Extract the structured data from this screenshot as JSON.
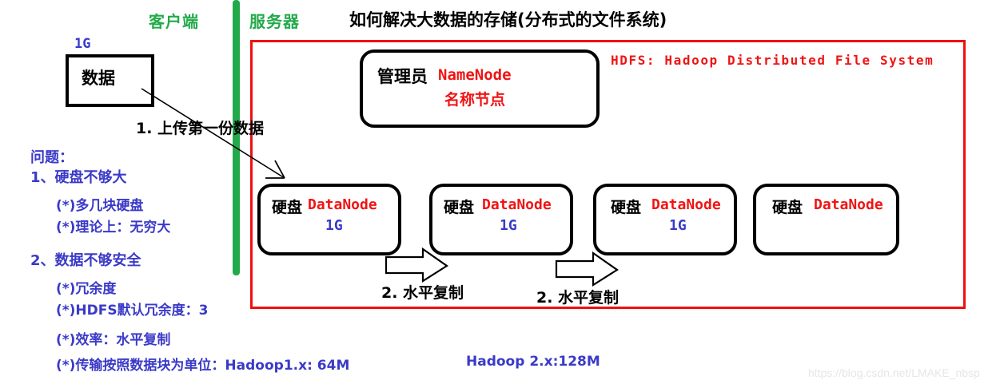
{
  "meta": {
    "title": "如何解决大数据的存储(分布式的文件系统)",
    "watermark": "https://blog.csdn.net/LMAKE_nbsp"
  },
  "colors": {
    "red": "#f01414",
    "blue": "#3a3ac8",
    "green": "#22aa4a",
    "black": "#000000",
    "region_border": "#ee1111",
    "watermark": "#e6e6e6"
  },
  "zones": {
    "client_label": "客户端",
    "server_label": "服务器",
    "hdfs_label": "HDFS: Hadoop Distributed File System"
  },
  "client": {
    "capacity_label": "1G",
    "data_box_label": "数据",
    "step1_caption": "1. 上传第一份数据"
  },
  "namenode": {
    "role": "管理员",
    "name": "NameNode",
    "cn_name": "名称节点"
  },
  "datanodes": [
    {
      "role": "硬盘",
      "name": "DataNode",
      "capacity": "1G"
    },
    {
      "role": "硬盘",
      "name": "DataNode",
      "capacity": "1G"
    },
    {
      "role": "硬盘",
      "name": "DataNode",
      "capacity": "1G"
    },
    {
      "role": "硬盘",
      "name": "DataNode",
      "capacity": ""
    }
  ],
  "replication": {
    "caption_1": "2. 水平复制",
    "caption_2": "2. 水平复制"
  },
  "problems": {
    "heading": "问题：",
    "item1": "1、硬盘不够大",
    "item1_sub1": "(*)多几块硬盘",
    "item1_sub2": "(*)理论上：无穷大",
    "item2": "2、数据不够安全",
    "item2_sub1": "(*)冗余度",
    "item2_sub2": "(*)HDFS默认冗余度：3",
    "item2_sub3": "(*)效率：水平复制",
    "item2_sub4_prefix": "(*)传输按照数据块为单位：Hadoop1.x: 64M",
    "item2_sub4_suffix": "Hadoop 2.x:128M"
  }
}
